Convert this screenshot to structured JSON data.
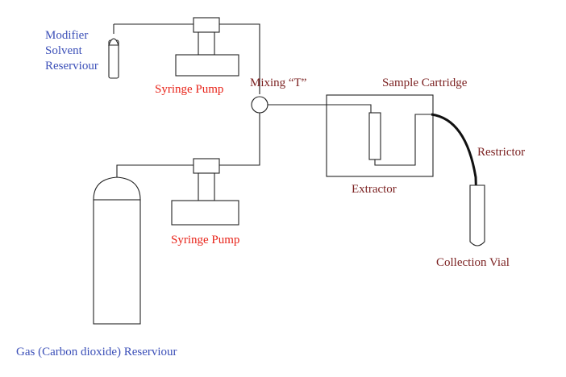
{
  "labels": {
    "modifier_line1": "Modifier",
    "modifier_line2": "Solvent",
    "modifier_line3": "Reserviour",
    "syringe_pump_top": "Syringe Pump",
    "mixing_t": "Mixing “T”",
    "sample_cartridge": "Sample Cartridge",
    "restrictor": "Restrictor",
    "extractor": "Extractor",
    "syringe_pump_bottom": "Syringe Pump",
    "collection_vial": "Collection Vial",
    "gas_reservoir": "Gas (Carbon dioxide) Reserviour"
  },
  "colors": {
    "modifier_label": "#3b4fb8",
    "pump_label": "#e8241a",
    "component_label": "#7a1f1f",
    "gas_label": "#3b4fb8",
    "line": "#222222"
  }
}
